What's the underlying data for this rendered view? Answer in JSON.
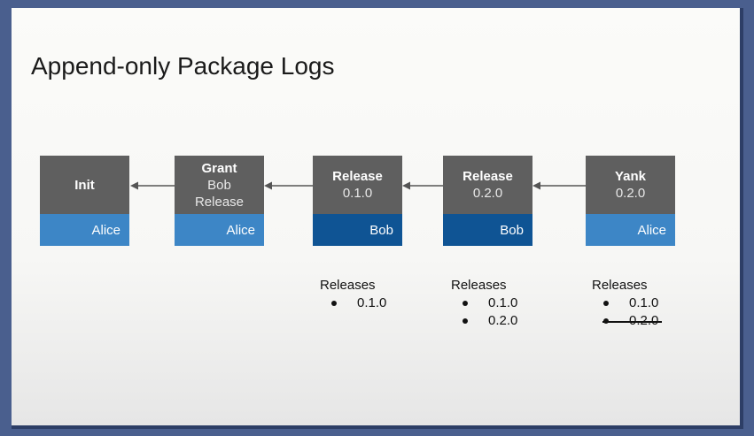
{
  "title": "Append-only Package Logs",
  "nodes": [
    {
      "op": "Init",
      "args": [],
      "user": "Alice",
      "footer_style": "light"
    },
    {
      "op": "Grant",
      "args": [
        "Bob",
        "Release"
      ],
      "user": "Alice",
      "footer_style": "light"
    },
    {
      "op": "Release",
      "args": [
        "0.1.0"
      ],
      "user": "Bob",
      "footer_style": "dark"
    },
    {
      "op": "Release",
      "args": [
        "0.2.0"
      ],
      "user": "Bob",
      "footer_style": "dark"
    },
    {
      "op": "Yank",
      "args": [
        "0.2.0"
      ],
      "user": "Alice",
      "footer_style": "light"
    }
  ],
  "release_lists": [
    {
      "label": "Releases",
      "items": [
        {
          "v": "0.1.0",
          "yanked": false
        }
      ]
    },
    {
      "label": "Releases",
      "items": [
        {
          "v": "0.1.0",
          "yanked": false
        },
        {
          "v": "0.2.0",
          "yanked": false
        }
      ]
    },
    {
      "label": "Releases",
      "items": [
        {
          "v": "0.1.0",
          "yanked": false
        },
        {
          "v": "0.2.0",
          "yanked": true
        }
      ]
    }
  ],
  "colors": {
    "node_head": "#5f5f5f",
    "footer_light": "#3d86c6",
    "footer_dark": "#0f5494",
    "frame": "#4a5f8e"
  }
}
